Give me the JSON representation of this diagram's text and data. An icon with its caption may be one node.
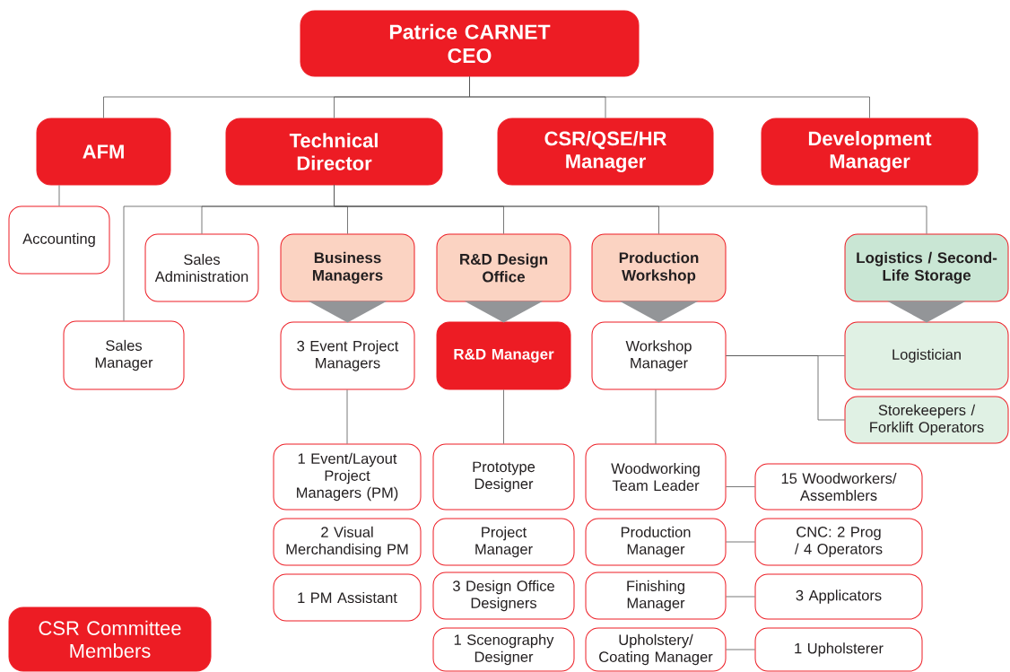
{
  "diagram": {
    "nodes": [
      {
        "text": [
          "Patrice CARNET",
          "CEO"
        ]
      },
      {
        "text": [
          "AFM"
        ]
      },
      {
        "text": [
          "Technical Director"
        ]
      },
      {
        "text": [
          "CSR/QSE/HR Manager"
        ]
      },
      {
        "text": [
          "Development Manager"
        ]
      },
      {
        "text": [
          "Accounting"
        ]
      },
      {
        "text": [
          "Sales Administration"
        ]
      },
      {
        "text": [
          "Business Managers"
        ]
      },
      {
        "text": [
          "R&D Design Office"
        ]
      },
      {
        "text": [
          "Production Workshop"
        ]
      },
      {
        "text": [
          "Logistics / Second-Life Storage"
        ]
      },
      {
        "text": [
          "Sales Manager"
        ]
      },
      {
        "text": [
          "3 Event Project Managers"
        ]
      },
      {
        "text": [
          "R&D Manager"
        ]
      },
      {
        "text": [
          "Workshop Manager"
        ]
      },
      {
        "text": [
          "Logistician"
        ]
      },
      {
        "text": [
          "Storekeepers / Forklift Operators"
        ]
      },
      {
        "text": [
          "1 Event/Layout Project Managers (PM)"
        ]
      },
      {
        "text": [
          "2 Visual Merchandising PM"
        ]
      },
      {
        "text": [
          "1 PM Assistant"
        ]
      },
      {
        "text": [
          "Prototype Designer"
        ]
      },
      {
        "text": [
          "Project Manager"
        ]
      },
      {
        "text": [
          "3 Design Office Designers"
        ]
      },
      {
        "text": [
          "1 Scenography Designer"
        ]
      },
      {
        "text": [
          "Woodworking Team Leader"
        ]
      },
      {
        "text": [
          "Production Manager"
        ]
      },
      {
        "text": [
          "Finishing Manager"
        ]
      },
      {
        "text": [
          "Upholstery/ Coating Manager"
        ]
      },
      {
        "text": [
          "15 Woodworkers/ Assemblers"
        ]
      },
      {
        "text": [
          "CNC: 2 Prog / 4 Operators"
        ]
      },
      {
        "text": [
          "3 Applicators"
        ]
      },
      {
        "text": [
          "1 Upholsterer"
        ]
      },
      {
        "text": [
          "CSR Committee Members"
        ]
      }
    ],
    "edges": [
      {
        "from": 0,
        "to": 1,
        "arrow": "none"
      },
      {
        "from": 0,
        "to": 2,
        "arrow": "none"
      },
      {
        "from": 0,
        "to": 3,
        "arrow": "none"
      },
      {
        "from": 0,
        "to": 4,
        "arrow": "none"
      },
      {
        "from": 1,
        "to": 5,
        "arrow": "none"
      },
      {
        "from": 2,
        "to": 11,
        "arrow": "none"
      },
      {
        "from": 2,
        "to": 6,
        "arrow": "none"
      },
      {
        "from": 2,
        "to": 7,
        "arrow": "none"
      },
      {
        "from": 2,
        "to": 8,
        "arrow": "none"
      },
      {
        "from": 2,
        "to": 9,
        "arrow": "none"
      },
      {
        "from": 2,
        "to": 10,
        "arrow": "none"
      },
      {
        "from": 7,
        "to": 12,
        "arrow": "to"
      },
      {
        "from": 8,
        "to": 13,
        "arrow": "to"
      },
      {
        "from": 9,
        "to": 14,
        "arrow": "to"
      },
      {
        "from": 10,
        "to": 15,
        "arrow": "to"
      },
      {
        "from": 12,
        "to": 17,
        "arrow": "none"
      },
      {
        "from": 13,
        "to": 20,
        "arrow": "none"
      },
      {
        "from": 14,
        "to": 24,
        "arrow": "none"
      },
      {
        "from": 14,
        "to": 15,
        "arrow": "none"
      },
      {
        "from": 14,
        "to": 16,
        "arrow": "none"
      },
      {
        "from": 24,
        "to": 28,
        "arrow": "none"
      },
      {
        "from": 25,
        "to": 29,
        "arrow": "none"
      },
      {
        "from": 26,
        "to": 30,
        "arrow": "none"
      },
      {
        "from": 27,
        "to": 31,
        "arrow": "none"
      }
    ]
  }
}
